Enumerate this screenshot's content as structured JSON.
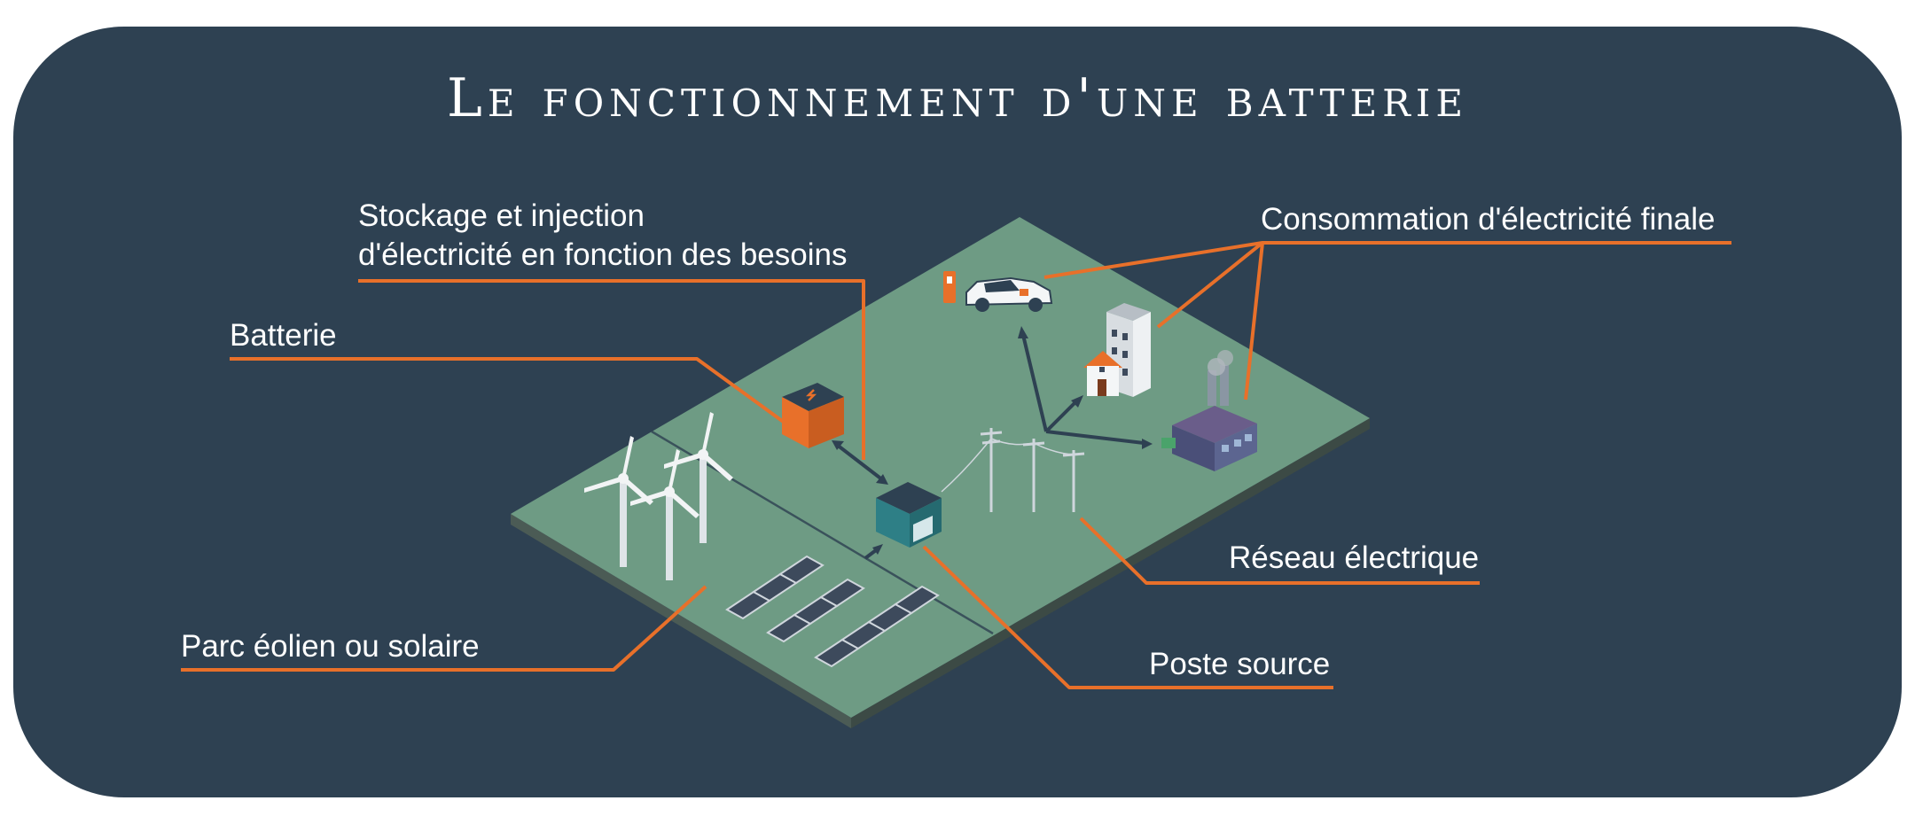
{
  "title": "Le fonctionnement d'une batterie",
  "labels": {
    "stockage_line1": "Stockage et injection",
    "stockage_line2": "d'électricité en fonction des besoins",
    "batterie": "Batterie",
    "parc": "Parc éolien ou solaire",
    "consommation": "Consommation d'électricité finale",
    "reseau": "Réseau électrique",
    "poste": "Poste source"
  },
  "colors": {
    "background": "#2e4152",
    "ground": "#6e9b84",
    "leader": "#e8702a",
    "arrow": "#2e4152",
    "battery": "#e8702a",
    "substation": "#2e7f86"
  },
  "icons": [
    "wind-turbine-icon",
    "solar-panel-icon",
    "battery-icon",
    "substation-icon",
    "power-pole-icon",
    "electric-car-icon",
    "charging-station-icon",
    "house-icon",
    "apartment-building-icon",
    "factory-icon"
  ]
}
